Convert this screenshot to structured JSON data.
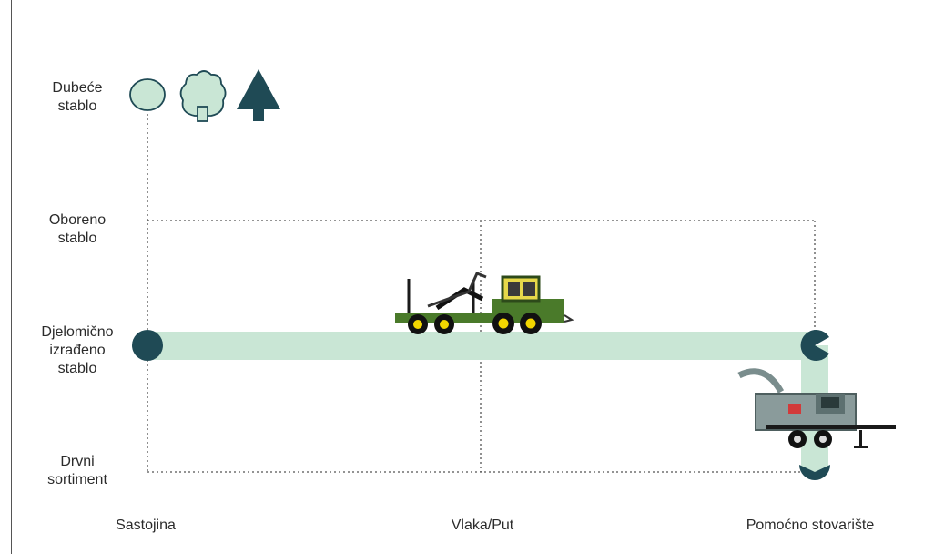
{
  "row_labels": [
    {
      "line1": "Dubeće",
      "line2": "stablo",
      "line3": ""
    },
    {
      "line1": "Oboreno",
      "line2": "stablo",
      "line3": ""
    },
    {
      "line1": "Djelomično",
      "line2": "izrađeno",
      "line3": "stablo"
    },
    {
      "line1": "Drvni",
      "line2": "sortiment",
      "line3": ""
    }
  ],
  "column_labels": [
    "Sastojina",
    "Vlaka/Put",
    "Pomoćno stovarište"
  ],
  "icons": [
    "deciduous-tree-icon",
    "broadleaf-tree-icon",
    "conifer-tree-icon",
    "forwarder-icon",
    "mobile-chipper-icon"
  ],
  "colors": {
    "flow_band": "#c9e6d5",
    "node": "#1f4a55",
    "tree_light": "#c9e6d5",
    "tree_dark": "#1f4a55",
    "grid_line": "#555555"
  }
}
